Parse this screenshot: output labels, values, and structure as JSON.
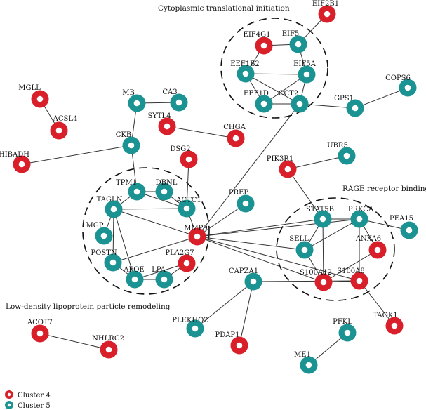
{
  "colors": {
    "cluster4": "#d9202a",
    "cluster5": "#1b9393"
  },
  "clusters": [
    {
      "id": "cluster4",
      "label": "Cluster 4"
    },
    {
      "id": "cluster5",
      "label": "Cluster 5"
    }
  ],
  "groups": [
    {
      "id": "translation",
      "label": "Cytoplasmic translational initiation"
    },
    {
      "id": "rage",
      "label": "RAGE receptor binding"
    },
    {
      "id": "ldl",
      "label": "Low-density lipoprotein particle remodeling"
    }
  ],
  "nodes": [
    {
      "id": "EIF2B1",
      "cluster": "cluster4"
    },
    {
      "id": "EIF4G1",
      "cluster": "cluster4"
    },
    {
      "id": "EIF5",
      "cluster": "cluster5"
    },
    {
      "id": "EEF1B2",
      "cluster": "cluster5"
    },
    {
      "id": "EIF5A",
      "cluster": "cluster5"
    },
    {
      "id": "EEF1D",
      "cluster": "cluster5"
    },
    {
      "id": "CCT2",
      "cluster": "cluster5"
    },
    {
      "id": "COPS6",
      "cluster": "cluster5"
    },
    {
      "id": "GPS1",
      "cluster": "cluster5"
    },
    {
      "id": "MGLL",
      "cluster": "cluster4"
    },
    {
      "id": "ACSL4",
      "cluster": "cluster4"
    },
    {
      "id": "MB",
      "cluster": "cluster5"
    },
    {
      "id": "CA3",
      "cluster": "cluster5"
    },
    {
      "id": "SYTL4",
      "cluster": "cluster4"
    },
    {
      "id": "CHGA",
      "cluster": "cluster4"
    },
    {
      "id": "CKB",
      "cluster": "cluster5"
    },
    {
      "id": "HIBADH",
      "cluster": "cluster4"
    },
    {
      "id": "DSG2",
      "cluster": "cluster4"
    },
    {
      "id": "PIK3R1",
      "cluster": "cluster4"
    },
    {
      "id": "UBR5",
      "cluster": "cluster5"
    },
    {
      "id": "TPM1",
      "cluster": "cluster5"
    },
    {
      "id": "DBNL",
      "cluster": "cluster5"
    },
    {
      "id": "TAGLN",
      "cluster": "cluster5"
    },
    {
      "id": "ACTC1",
      "cluster": "cluster5"
    },
    {
      "id": "MGP",
      "cluster": "cluster5"
    },
    {
      "id": "MMP9",
      "cluster": "cluster4"
    },
    {
      "id": "POSTN",
      "cluster": "cluster5"
    },
    {
      "id": "PLA2G7",
      "cluster": "cluster4"
    },
    {
      "id": "APOE",
      "cluster": "cluster5"
    },
    {
      "id": "LPA",
      "cluster": "cluster5"
    },
    {
      "id": "PREP",
      "cluster": "cluster5"
    },
    {
      "id": "STAT5B",
      "cluster": "cluster5"
    },
    {
      "id": "PRKCA",
      "cluster": "cluster5"
    },
    {
      "id": "PEA15",
      "cluster": "cluster5"
    },
    {
      "id": "SELL",
      "cluster": "cluster5"
    },
    {
      "id": "ANXA6",
      "cluster": "cluster4"
    },
    {
      "id": "S100A12",
      "cluster": "cluster4"
    },
    {
      "id": "S100A8",
      "cluster": "cluster4"
    },
    {
      "id": "CAPZA1",
      "cluster": "cluster5"
    },
    {
      "id": "TAOK1",
      "cluster": "cluster4"
    },
    {
      "id": "ACOT7",
      "cluster": "cluster4"
    },
    {
      "id": "NHLRC2",
      "cluster": "cluster4"
    },
    {
      "id": "PLEKHO2",
      "cluster": "cluster5"
    },
    {
      "id": "PDAP1",
      "cluster": "cluster4"
    },
    {
      "id": "PFKL",
      "cluster": "cluster5"
    },
    {
      "id": "ME1",
      "cluster": "cluster5"
    }
  ],
  "edges": [
    [
      "EIF2B1",
      "EIF5"
    ],
    [
      "EIF4G1",
      "EIF5"
    ],
    [
      "EIF4G1",
      "EEF1B2"
    ],
    [
      "EIF5",
      "EIF5A"
    ],
    [
      "EEF1B2",
      "EIF5A"
    ],
    [
      "EEF1B2",
      "EEF1D"
    ],
    [
      "EEF1B2",
      "CCT2"
    ],
    [
      "EIF5A",
      "EEF1D"
    ],
    [
      "EIF5A",
      "CCT2"
    ],
    [
      "EEF1D",
      "CCT2"
    ],
    [
      "CCT2",
      "GPS1"
    ],
    [
      "GPS1",
      "COPS6"
    ],
    [
      "CCT2",
      "MMP9"
    ],
    [
      "MGLL",
      "ACSL4"
    ],
    [
      "MB",
      "CA3"
    ],
    [
      "MB",
      "CKB"
    ],
    [
      "CKB",
      "HIBADH"
    ],
    [
      "CKB",
      "TPM1"
    ],
    [
      "SYTL4",
      "CHGA"
    ],
    [
      "DSG2",
      "ACTC1"
    ],
    [
      "PIK3R1",
      "UBR5"
    ],
    [
      "PIK3R1",
      "STAT5B"
    ],
    [
      "TPM1",
      "DBNL"
    ],
    [
      "TPM1",
      "TAGLN"
    ],
    [
      "TPM1",
      "ACTC1"
    ],
    [
      "DBNL",
      "ACTC1"
    ],
    [
      "TAGLN",
      "ACTC1"
    ],
    [
      "TAGLN",
      "MMP9"
    ],
    [
      "TAGLN",
      "MGP"
    ],
    [
      "TAGLN",
      "POSTN"
    ],
    [
      "TAGLN",
      "APOE"
    ],
    [
      "POSTN",
      "APOE"
    ],
    [
      "POSTN",
      "MMP9"
    ],
    [
      "APOE",
      "LPA"
    ],
    [
      "APOE",
      "PLA2G7"
    ],
    [
      "LPA",
      "PLA2G7"
    ],
    [
      "ACTC1",
      "MMP9"
    ],
    [
      "MMP9",
      "PREP"
    ],
    [
      "MMP9",
      "STAT5B"
    ],
    [
      "MMP9",
      "PRKCA"
    ],
    [
      "MMP9",
      "SELL"
    ],
    [
      "MMP9",
      "S100A12"
    ],
    [
      "MMP9",
      "S100A8"
    ],
    [
      "STAT5B",
      "PRKCA"
    ],
    [
      "STAT5B",
      "SELL"
    ],
    [
      "STAT5B",
      "S100A12"
    ],
    [
      "PRKCA",
      "SELL"
    ],
    [
      "PRKCA",
      "ANXA6"
    ],
    [
      "PRKCA",
      "S100A8"
    ],
    [
      "PRKCA",
      "PEA15"
    ],
    [
      "SELL",
      "S100A12"
    ],
    [
      "ANXA6",
      "S100A12"
    ],
    [
      "S100A12",
      "S100A8"
    ],
    [
      "S100A8",
      "TAOK1"
    ],
    [
      "CAPZA1",
      "S100A8"
    ],
    [
      "CAPZA1",
      "PLEKHO2"
    ],
    [
      "CAPZA1",
      "PDAP1"
    ],
    [
      "PFKL",
      "ME1"
    ],
    [
      "ACOT7",
      "NHLRC2"
    ]
  ]
}
